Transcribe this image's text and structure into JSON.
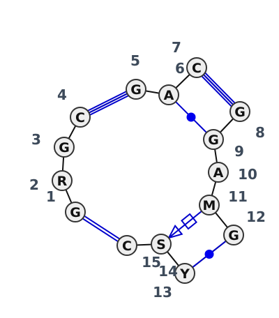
{
  "colors": {
    "pair": "#0000cc",
    "backbone": "#111111",
    "node_fill": "#eeeeee",
    "label": "#3d4a5a"
  },
  "nucleotides": [
    {
      "letter": "G"
    },
    {
      "letter": "R"
    },
    {
      "letter": "G"
    },
    {
      "letter": "C"
    },
    {
      "letter": "G"
    },
    {
      "letter": "A"
    },
    {
      "letter": "C"
    },
    {
      "letter": "G"
    },
    {
      "letter": "G"
    },
    {
      "letter": "A"
    },
    {
      "letter": "M"
    },
    {
      "letter": "G"
    },
    {
      "letter": "Y"
    },
    {
      "letter": "S"
    },
    {
      "letter": "C"
    }
  ],
  "position_labels": [
    "1",
    "2",
    "3",
    "4",
    "5",
    "6",
    "7",
    "8",
    "9",
    "10",
    "11",
    "12",
    "13",
    "14",
    "15"
  ],
  "pairs": [
    {
      "from": 1,
      "to": 15,
      "type": "canonical-double"
    },
    {
      "from": 4,
      "to": 5,
      "type": "canonical-triple"
    },
    {
      "from": 7,
      "to": 8,
      "type": "canonical-triple"
    },
    {
      "from": 6,
      "to": 9,
      "type": "non-canonical-dot"
    },
    {
      "from": 12,
      "to": 13,
      "type": "non-canonical-dot"
    },
    {
      "from": 11,
      "to": 14,
      "type": "non-canonical-open-square-triangle"
    }
  ]
}
